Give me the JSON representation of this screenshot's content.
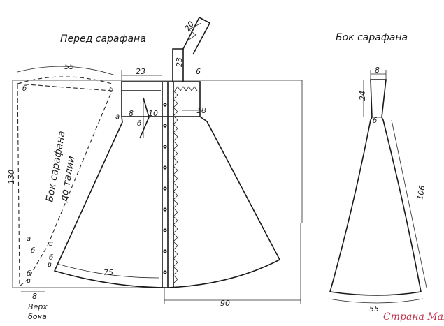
{
  "titles": {
    "front": "Перед сарафана",
    "side": "Бок сарафана",
    "side_to_waist": "Бок сарафана",
    "side_to_waist_2": "до талии",
    "side_top": "Верх",
    "side_top_2": "бока"
  },
  "dimensions": {
    "top_55": "55",
    "bodice_23": "23",
    "strap_20": "20",
    "strap_23": "23",
    "strap_6": "6",
    "gap_8": "8",
    "gap_10": "10",
    "front_18": "18",
    "height_130": "130",
    "hem_75": "75",
    "base_8": "8",
    "width_90": "90",
    "side_top_8": "8",
    "side_24": "24",
    "side_106": "106",
    "side_hem": "55"
  },
  "points": {
    "a": "а",
    "b": "б",
    "v": "в"
  },
  "watermark": "Страна Мам"
}
